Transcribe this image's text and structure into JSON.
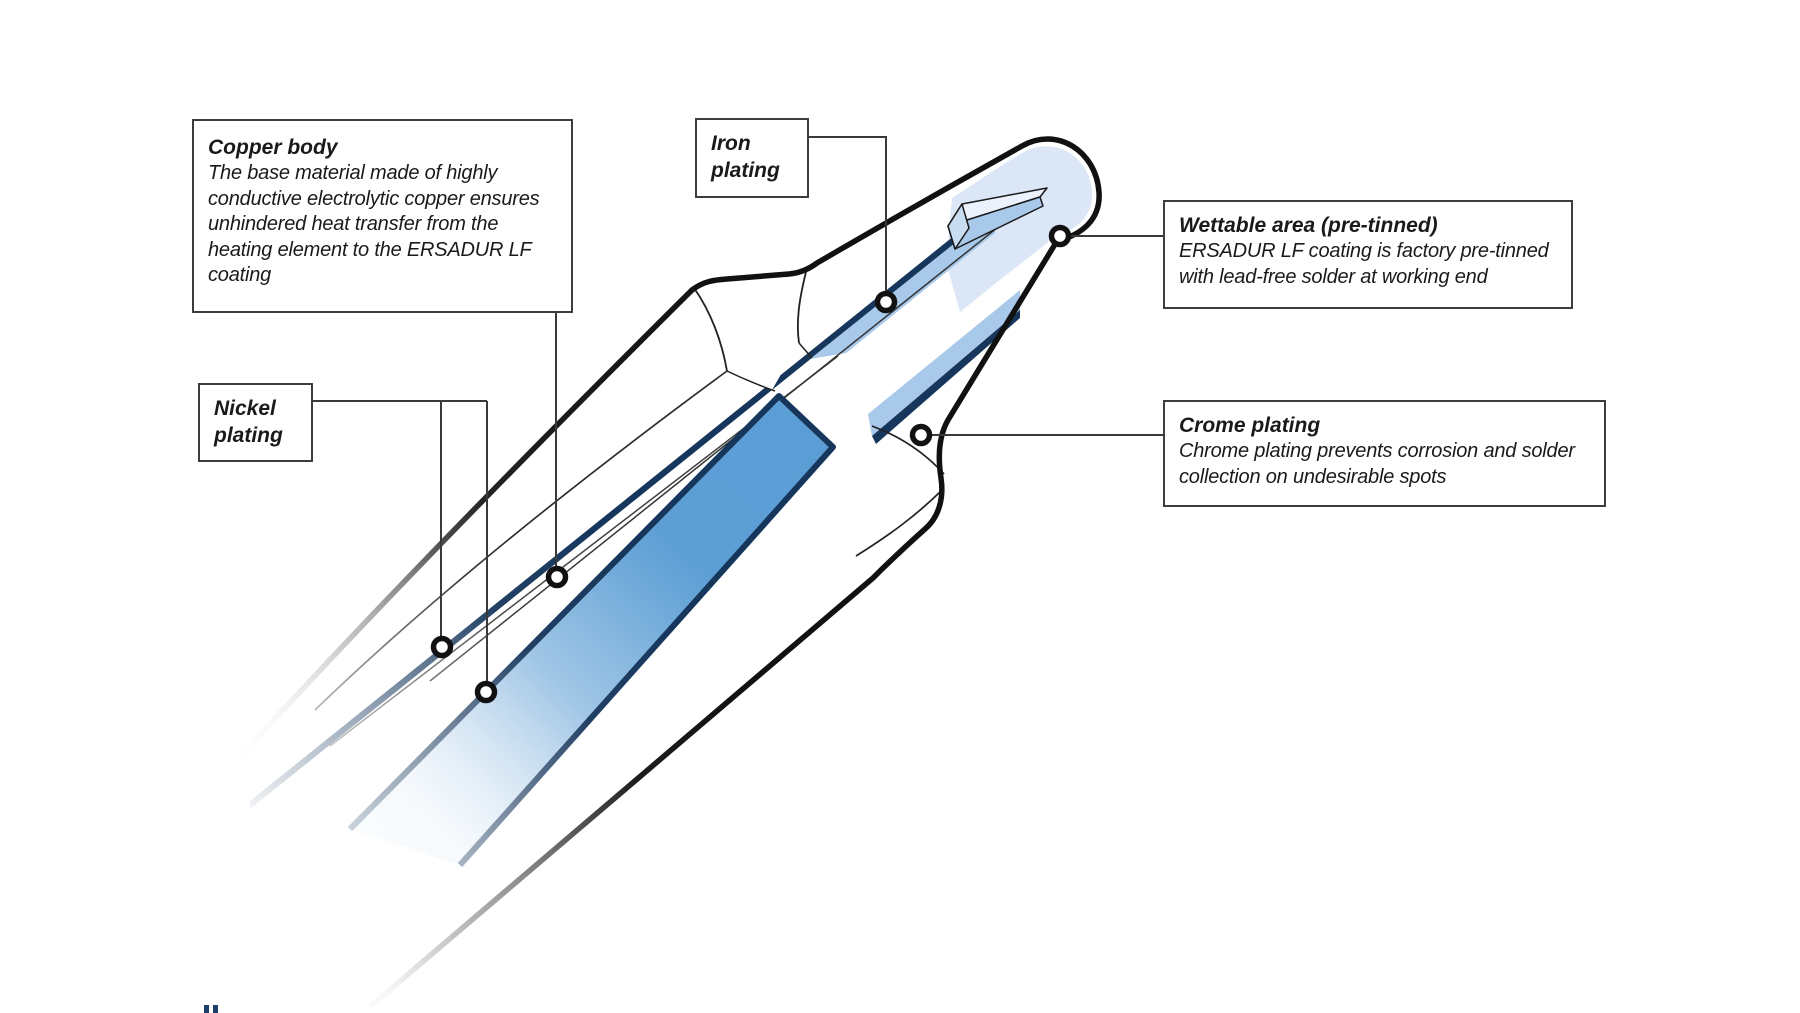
{
  "callouts": {
    "copper_body": {
      "title": "Copper body",
      "body": "The base material made of highly\nconductive electrolytic copper ensures\nunhindered heat transfer from the\nheating element to the ERSADUR LF\ncoating"
    },
    "nickel_plating": {
      "title": "Nickel\nplating"
    },
    "iron_plating": {
      "title": "Iron\nplating"
    },
    "wettable_area": {
      "title": "Wettable area (pre-tinned)",
      "body": "ERSADUR LF coating is factory pre-tinned\nwith lead-free solder at working end"
    },
    "crome_plating": {
      "title": "Crome plating",
      "body": "Chrome plating prevents corrosion and solder\ncollection on undesirable spots"
    }
  },
  "colors": {
    "copper_core_blue": "#5b9ed5",
    "layer_navy": "#16365c",
    "iron_band_light_blue": "#a9c9ea",
    "nose_fill_light": "#dbe7f6",
    "outline_black": "#111111",
    "leader_gray": "#3a3a3a"
  },
  "footer_marks": ".."
}
